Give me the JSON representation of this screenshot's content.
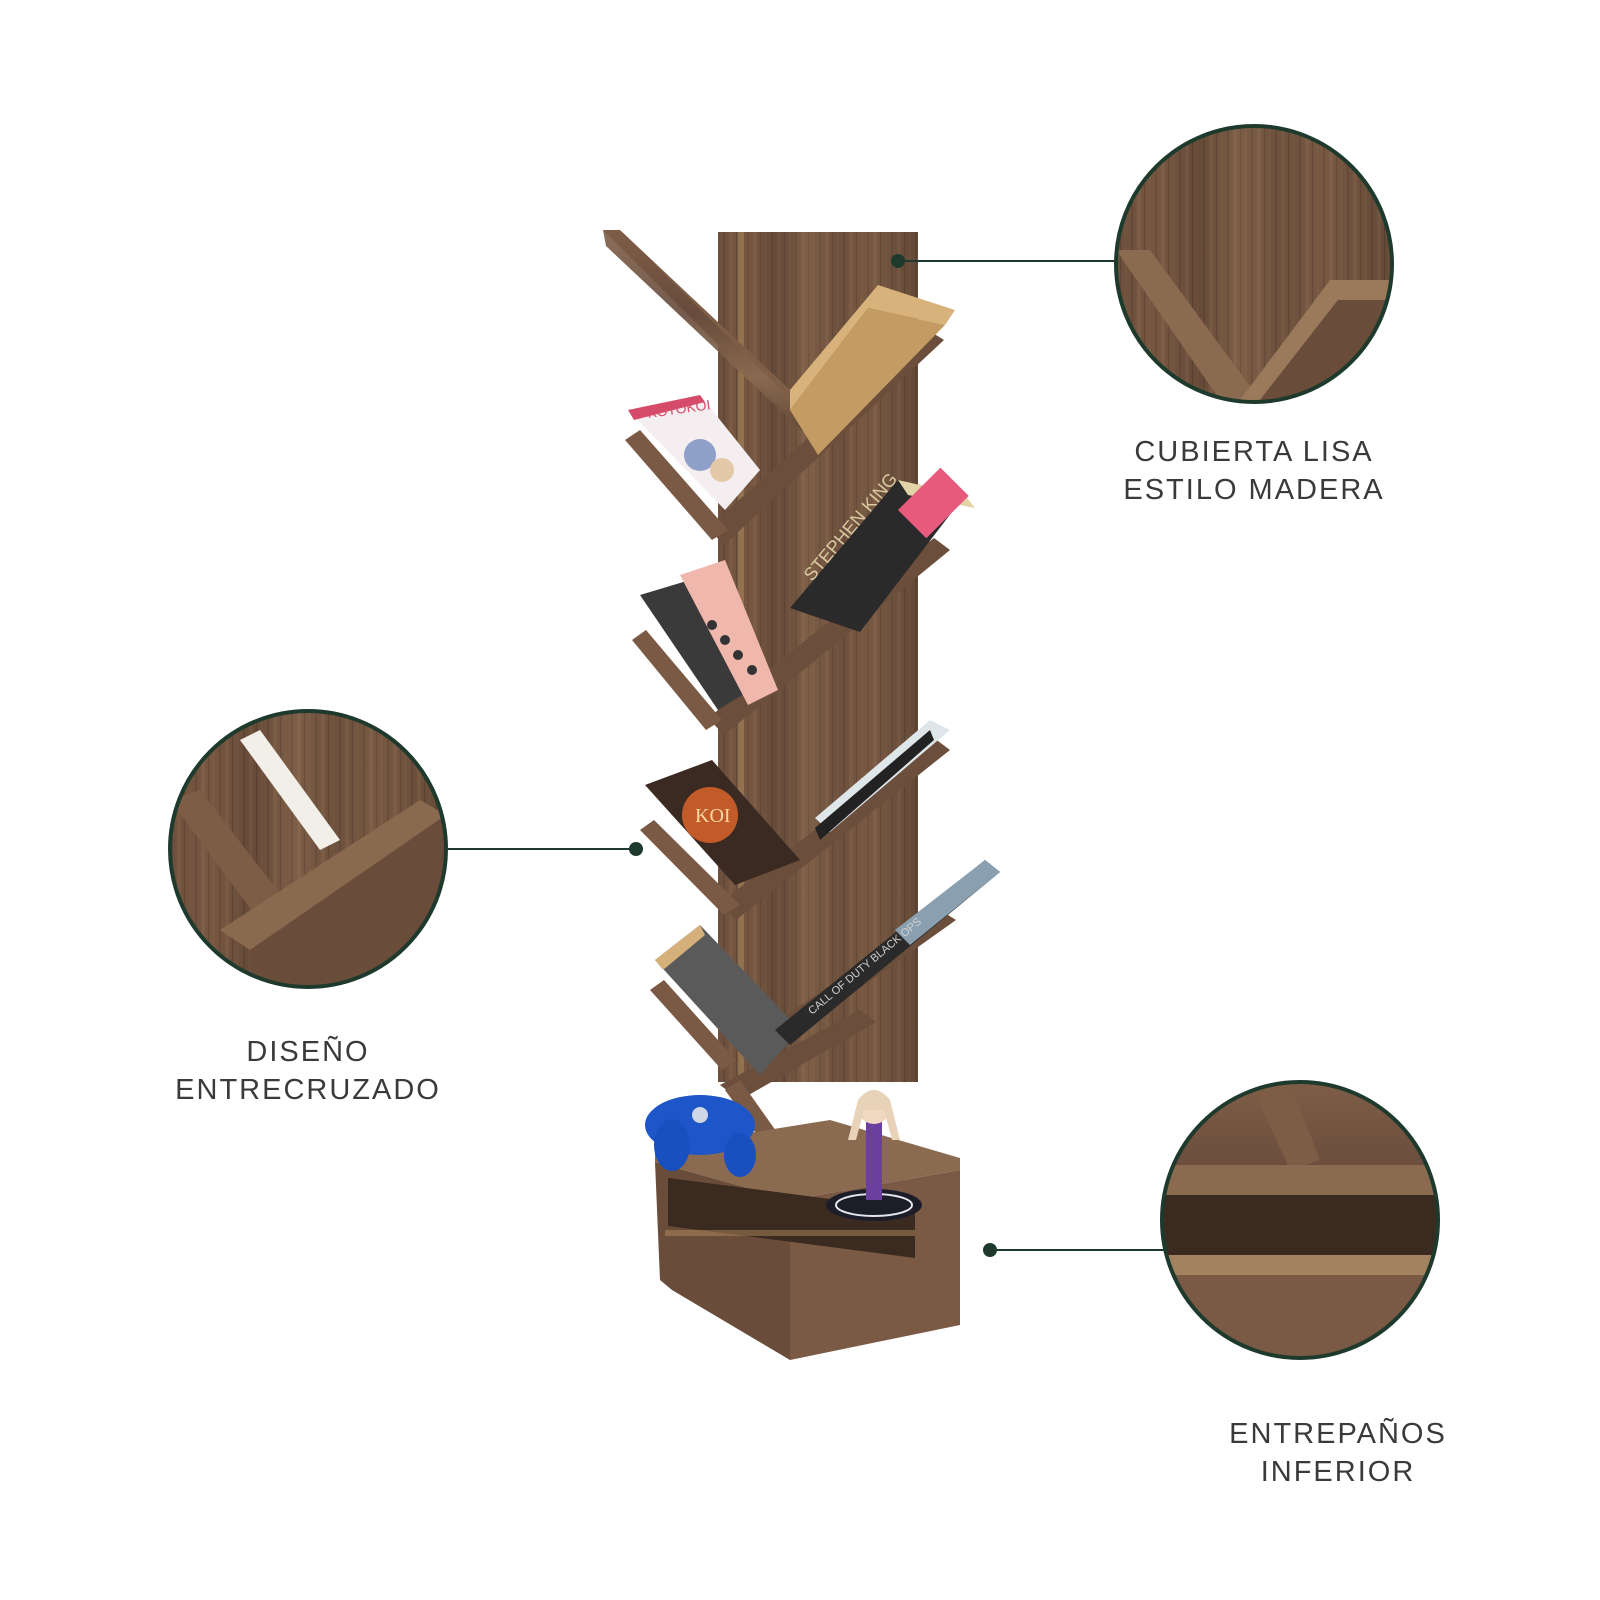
{
  "callouts": [
    {
      "id": "top-right",
      "lines": [
        "CUBIERTA LISA",
        "ESTILO MADERA"
      ]
    },
    {
      "id": "middle-left",
      "lines": [
        "DISEÑO",
        "ENTRECRUZADO"
      ]
    },
    {
      "id": "bottom-right",
      "lines": [
        "ENTREPAÑOS",
        "INFERIOR"
      ]
    }
  ],
  "book_covers": {
    "book1": "KOTOKOI",
    "book2": "STEPHEN KING",
    "book3": "KOI",
    "book4": "CALL OF DUTY BLACK OPS"
  },
  "colors": {
    "wood_dark": "#5f4636",
    "wood_mid": "#7a5a44",
    "wood_light": "#9a7658",
    "accent_line": "#1e3a2c",
    "label_text": "#3a3a3a"
  }
}
